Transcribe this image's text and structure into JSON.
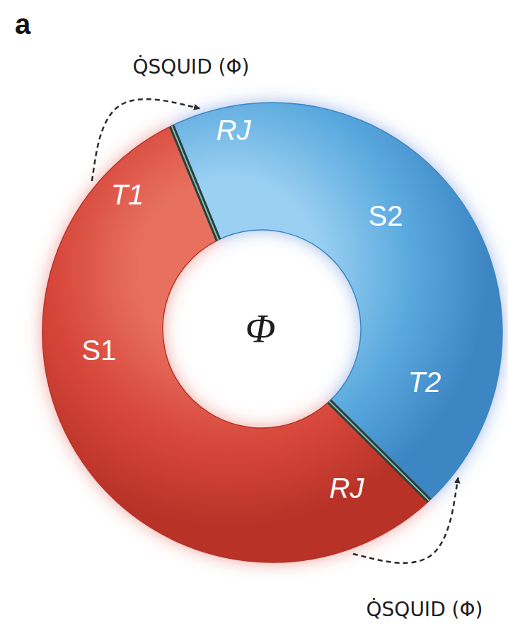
{
  "diagram": {
    "nodes": [
      {
        "text": [
          "T1",
          "S1",
          "RJ"
        ]
      },
      {
        "text": [
          "RJ",
          "S2",
          "T2"
        ]
      }
    ],
    "edges": [
      {
        "from": 0,
        "to": 1,
        "arrow": "to",
        "label": "Q̇SQUID (Φ)"
      },
      {
        "from": 0,
        "to": 1,
        "arrow": "to",
        "label": "Q̇SQUID (Φ)"
      }
    ],
    "labels": [
      "a",
      "Φ"
    ]
  }
}
